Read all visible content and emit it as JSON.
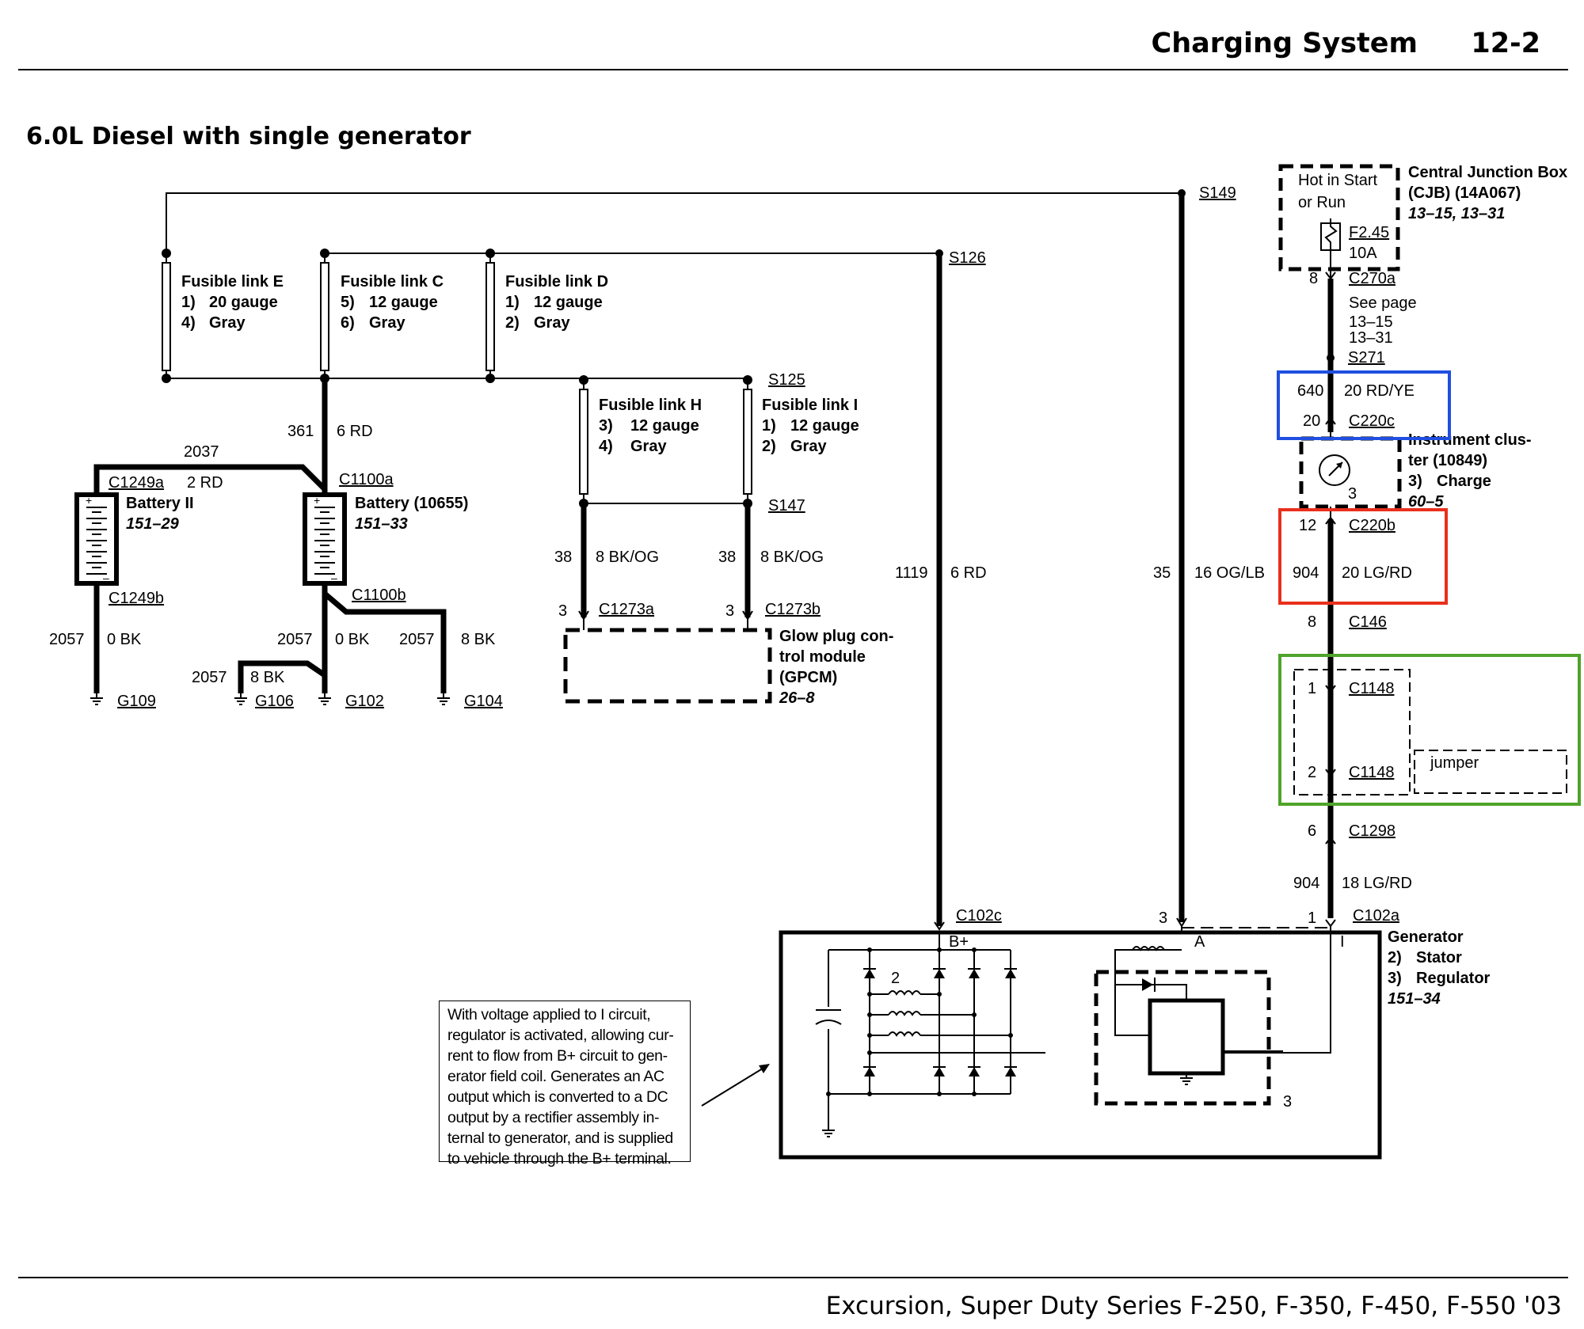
{
  "header": {
    "title": "Charging System",
    "page": "12-2"
  },
  "subtitle": "6.0L Diesel with single generator",
  "footer": "Excursion, Super Duty Series F-250, F-350, F-450, F-550 '03",
  "splices": {
    "s149": "S149",
    "s126": "S126",
    "s125": "S125",
    "s147": "S147",
    "s271": "S271"
  },
  "fusible_links": {
    "e": {
      "title": "Fusible link E",
      "l1n": "1)",
      "l1": "20 gauge",
      "l2n": "4)",
      "l2": "Gray"
    },
    "c": {
      "title": "Fusible link C",
      "l1n": "5)",
      "l1": "12 gauge",
      "l2n": "6)",
      "l2": "Gray"
    },
    "d": {
      "title": "Fusible link D",
      "l1n": "1)",
      "l1": "12 gauge",
      "l2n": "2)",
      "l2": "Gray"
    },
    "h": {
      "title": "Fusible link H",
      "l1n": "3)",
      "l1": "12 gauge",
      "l2n": "4)",
      "l2": "Gray"
    },
    "i": {
      "title": "Fusible link I",
      "l1n": "1)",
      "l1": "12 gauge",
      "l2n": "2)",
      "l2": "Gray"
    }
  },
  "wires": {
    "w2037": {
      "circuit": "2037",
      "color": "2 RD"
    },
    "w361": {
      "circuit": "361",
      "color": "6 RD"
    },
    "w2057_g109": {
      "circuit": "2057",
      "color": "0 BK"
    },
    "w2057_g102": {
      "circuit": "2057",
      "color": "0 BK"
    },
    "w2057_g104": {
      "circuit": "2057",
      "color": "8 BK"
    },
    "w2057_g106": {
      "circuit": "2057",
      "color": "8 BK"
    },
    "w38a": {
      "circuit": "38",
      "color": "8 BK/OG"
    },
    "w38b": {
      "circuit": "38",
      "color": "8 BK/OG"
    },
    "w1119": {
      "circuit": "1119",
      "color": "6 RD"
    },
    "w35": {
      "circuit": "35",
      "color": "16 OG/LB"
    },
    "w640": {
      "circuit": "640",
      "color": "20 RD/YE"
    },
    "w904a": {
      "circuit": "904",
      "color": "20 LG/RD"
    },
    "w904b": {
      "circuit": "904",
      "color": "18 LG/RD"
    }
  },
  "connectors": {
    "c1249a": "C1249a",
    "c1249b": "C1249b",
    "c1100a": "C1100a",
    "c1100b": "C1100b",
    "c1273a": "C1273a",
    "c1273b": "C1273b",
    "c270a": "C270a",
    "c220c": "C220c",
    "c220b": "C220b",
    "c146": "C146",
    "c1148a": "C1148",
    "c1148b": "C1148",
    "c1298": "C1298",
    "c102c": "C102c",
    "c102a": "C102a"
  },
  "pins": {
    "c1273a": "3",
    "c1273b": "3",
    "c270a": "8",
    "c220c": "20",
    "c220b": "12",
    "c146": "8",
    "c1148a": "1",
    "c1148b": "2",
    "c1298": "6",
    "c102a": "1",
    "c102a_s": "3"
  },
  "grounds": {
    "g109": "G109",
    "g106": "G106",
    "g102": "G102",
    "g104": "G104"
  },
  "batteries": {
    "b2": {
      "name": "Battery II",
      "ref": "151–29"
    },
    "b1": {
      "name": "Battery (10655)",
      "ref": "151–33"
    }
  },
  "gpcm": {
    "l1": "Glow plug con-",
    "l2": "trol module",
    "l3": "(GPCM)",
    "ref": "26–8"
  },
  "cjb": {
    "inner1": "Hot in Start",
    "inner2": "or Run",
    "fuse": "F2.45",
    "amps": "10A",
    "name1": "Central Junction Box",
    "name2": "(CJB) (14A067)",
    "ref": "13–15, 13–31"
  },
  "see_page": {
    "l1": "See page",
    "l2": "13–15",
    "l3": "13–31"
  },
  "cluster": {
    "l1": "Instrument clus-",
    "l2": "ter (10849)",
    "l3n": "3)",
    "l3": "Charge",
    "ref": "60–5",
    "pin": "3"
  },
  "jumper": "jumper",
  "generator": {
    "name": "Generator",
    "l2n": "2)",
    "l2": "Stator",
    "l3n": "3)",
    "l3": "Regulator",
    "ref": "151–34",
    "bplus": "B+",
    "a": "A",
    "i": "I",
    "stator_num": "2",
    "reg_num": "3"
  },
  "note": [
    "With voltage applied to I circuit,",
    "regulator is activated, allowing cur-",
    "rent to flow from B+ circuit to gen-",
    "erator field coil. Generates an AC",
    "output which is converted to a DC",
    "output by a rectifier assembly in-",
    "ternal to generator, and is supplied",
    "to vehicle through the B+ terminal."
  ],
  "highlight_colors": {
    "blue": "#1f4fe0",
    "red": "#e8301c",
    "green": "#4fa32a"
  }
}
